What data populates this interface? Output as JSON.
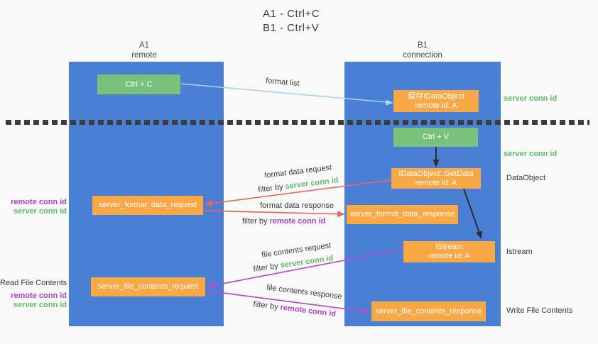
{
  "title": {
    "line1": "A1 - Ctrl+C",
    "line2": "B1 - Ctrl+V"
  },
  "lanes": {
    "left": {
      "name": "A1",
      "subtitle": "remote"
    },
    "right": {
      "name": "B1",
      "subtitle": "connection"
    }
  },
  "nodes": {
    "ctrl_c": {
      "label": "Ctrl + C"
    },
    "ctrl_v": {
      "label": "Ctrl + V"
    },
    "save_dataobject": {
      "line1": "保存IDataObject",
      "line2": "remote id: A"
    },
    "getdata": {
      "line1": "IDataObject::GetData",
      "line2": "remote id: A"
    },
    "istream": {
      "line1": "IStream",
      "line2": "remote id: A"
    },
    "format_request": {
      "label": "server_format_data_request"
    },
    "format_response": {
      "label": "server_format_data_response"
    },
    "file_request": {
      "label": "server_file_contents_request"
    },
    "file_response": {
      "label": "server_file_contents_response"
    }
  },
  "edge_labels": {
    "format_list": "format list",
    "format_data_request": "format data request",
    "format_data_response": "format data response",
    "file_contents_request": "file contents request",
    "file_contents_response": "file contents response",
    "filter_by": "filter by ",
    "server_conn_id": "server conn id",
    "remote_conn_id": "remote conn id"
  },
  "side_labels": {
    "server_conn_id_top": "server conn id",
    "server_conn_id_mid": "server conn id",
    "dataobject": "DataObject",
    "istream": "Istream",
    "write_file_contents": "Write File Contents",
    "read_file_contents": "Read File Contents",
    "remote_conn_id_format": "remote conn id",
    "server_conn_id_format": "server conn id",
    "remote_conn_id_file": "remote conn id",
    "server_conn_id_file": "server conn id"
  },
  "colors": {
    "lane_blue": "#4a7fd6",
    "node_green": "#7ac17d",
    "node_orange": "#f8a844",
    "arrow_light_blue": "#a8d3f0",
    "arrow_black": "#2d2d2d",
    "arrow_red": "#e8695f",
    "arrow_purple": "#bb4ec9",
    "text_green": "#5eba64",
    "text_purple": "#b13fc6",
    "text_dark": "#3b3b3b"
  }
}
